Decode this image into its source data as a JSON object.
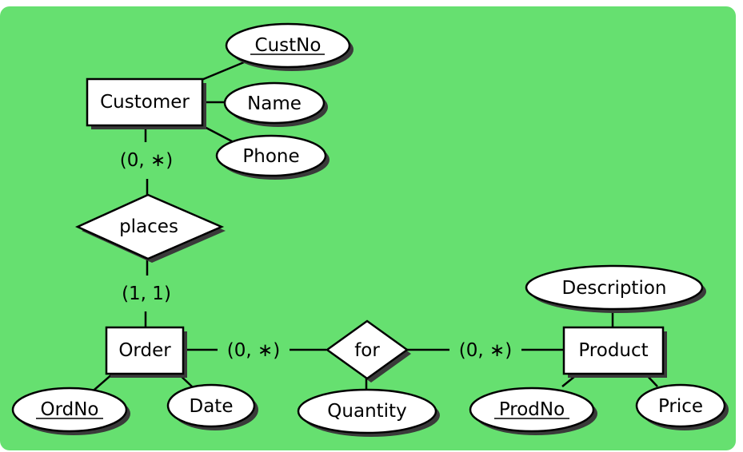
{
  "theme": {
    "background": "#66e070",
    "fill": "#ffffff",
    "stroke": "#000000",
    "shadow": "#3a3a3a"
  },
  "entities": {
    "customer": "Customer",
    "order": "Order",
    "product": "Product"
  },
  "relationships": {
    "places": "places",
    "for": "for"
  },
  "attributes": {
    "custno": "CustNo",
    "name": "Name",
    "phone": "Phone",
    "ordno": "OrdNo",
    "date": "Date",
    "quantity": "Quantity",
    "description": "Description",
    "prodno": "ProdNo",
    "price": "Price"
  },
  "cardinalities": {
    "customer_places": "(0, ∗)",
    "order_places": "(1, 1)",
    "order_for": "(0, ∗)",
    "product_for": "(0, ∗)"
  }
}
